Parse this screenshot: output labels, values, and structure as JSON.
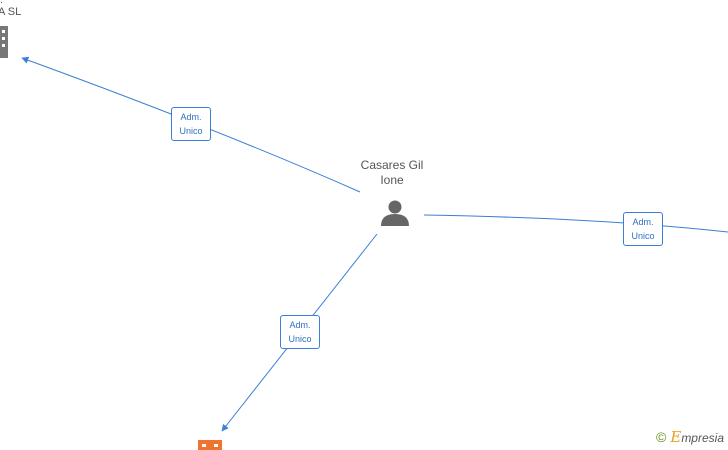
{
  "center_person": {
    "name_line1": "Casares Gil",
    "name_line2": "Ione",
    "icon": "person-icon"
  },
  "top_left_company": {
    "name_fragment": "A  SL",
    "icon": "building-icon"
  },
  "bottom_company": {
    "icon": "building-icon",
    "color": "#f07330"
  },
  "edges": [
    {
      "id": "to-top-left",
      "line1": "Adm.",
      "line2": "Unico"
    },
    {
      "id": "to-right",
      "line1": "Adm.",
      "line2": "Unico"
    },
    {
      "id": "to-bottom",
      "line1": "Adm.",
      "line2": "Unico"
    }
  ],
  "colors": {
    "edge": "#3a7fd5",
    "person_icon": "#666666",
    "company_gray": "#777777",
    "company_orange": "#f07330"
  },
  "watermark": {
    "symbol": "©",
    "brand_initial": "E",
    "brand_rest": "mpresia"
  }
}
